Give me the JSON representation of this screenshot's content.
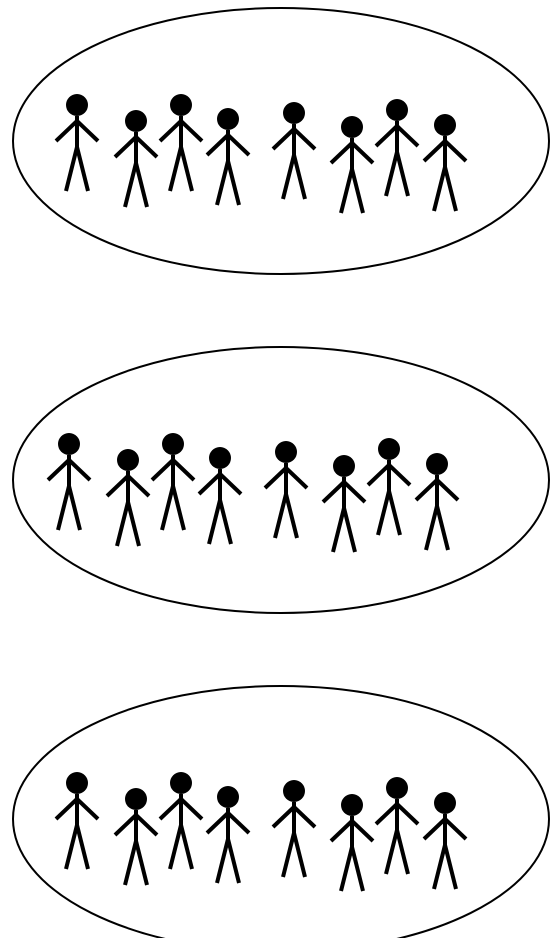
{
  "diagram": {
    "groups": [
      {
        "members": 8
      },
      {
        "members": 8
      },
      {
        "members": 8
      }
    ],
    "colors": {
      "figure": "#000000",
      "outline": "#000000",
      "background": "#ffffff"
    },
    "shapes": {
      "group": "ellipse",
      "member": "stick-figure"
    }
  }
}
